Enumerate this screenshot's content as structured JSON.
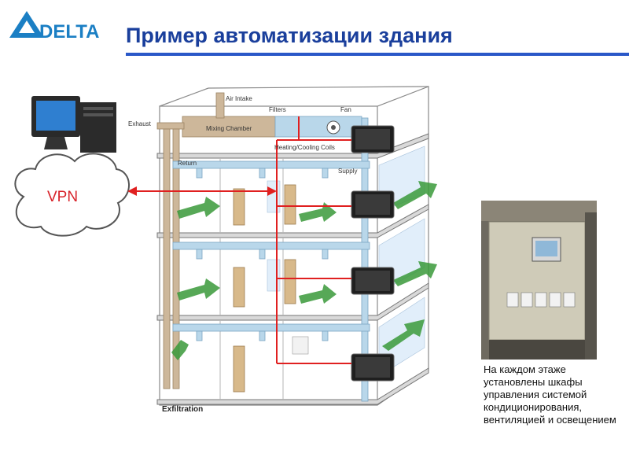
{
  "header": {
    "logo_text": "DELTA",
    "title": "Пример автоматизации здания"
  },
  "diagram": {
    "labels": {
      "air_intake": "Air Intake",
      "exhaust": "Exhaust",
      "mixing_chamber": "Mixing Chamber",
      "filters": "Filters",
      "fan": "Fan",
      "heating_cooling_coils": "Heating/Cooling Coils",
      "return": "Return",
      "supply": "Supply",
      "exfiltration": "Exfiltration",
      "vpn": "VPN"
    },
    "colors": {
      "link_red": "#e02020",
      "airflow_green": "#3a9a3a",
      "duct_blue": "#b9d7ea",
      "duct_tan": "#cdb79a"
    }
  },
  "caption": "На каждом этаже установлены шкафы управления системой кондиционирования, вентиляцией и освещением"
}
